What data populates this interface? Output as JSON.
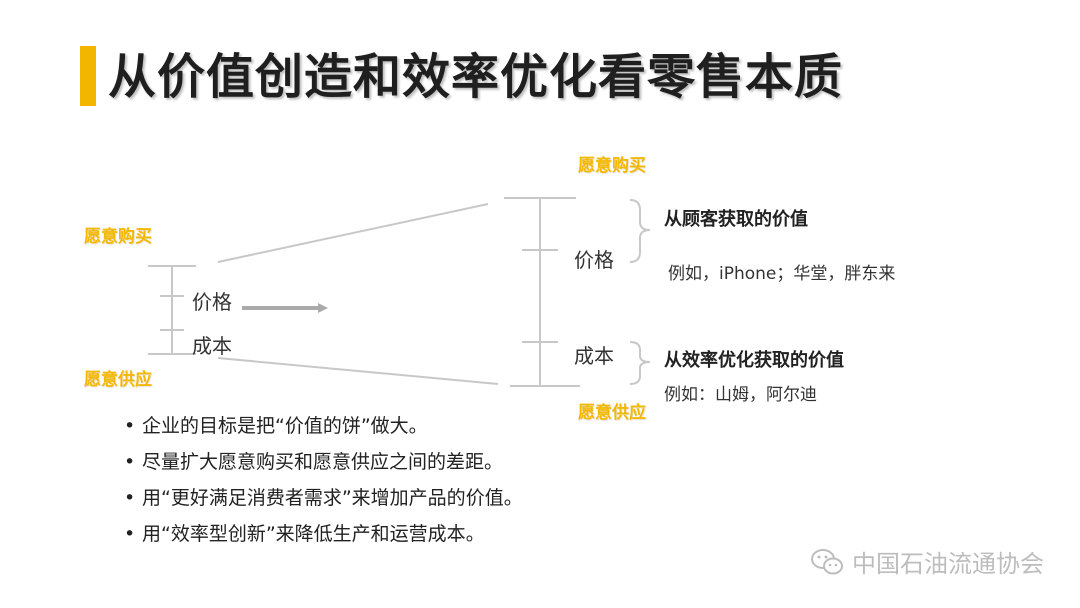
{
  "title": "从价值创造和效率优化看零售本质",
  "left": {
    "willing_buy": "愿意购买",
    "price": "价格",
    "cost": "成本",
    "willing_supply": "愿意供应"
  },
  "right": {
    "willing_buy": "愿意购买",
    "price": "价格",
    "cost": "成本",
    "willing_supply": "愿意供应",
    "customer_value": "从顾客获取的价值",
    "customer_example": "例如，iPhone；华堂，胖东来",
    "efficiency_value": "从效率优化获取的价值",
    "efficiency_example": "例如：山姆，阿尔迪"
  },
  "bullets": [
    "企业的目标是把“价值的饼”做大。",
    "尽量扩大愿意购买和愿意供应之间的差距。",
    "用“更好满足消费者需求”来增加产品的价值。",
    "用“效率型创新”来降低生产和运营成本。"
  ],
  "watermark": "中国石油流通协会",
  "colors": {
    "accent": "#F3B600",
    "label_gold": "#F5B800",
    "line": "#c8c8c8"
  }
}
